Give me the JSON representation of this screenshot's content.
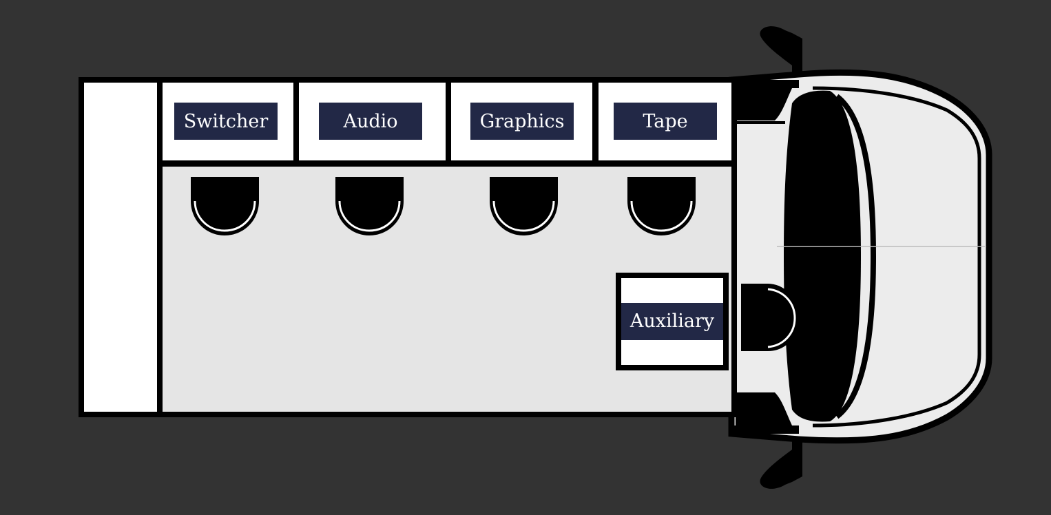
{
  "stations": [
    {
      "label": "Switcher"
    },
    {
      "label": "Audio"
    },
    {
      "label": "Graphics"
    },
    {
      "label": "Tape"
    }
  ],
  "auxiliary": {
    "label": "Auxiliary"
  },
  "colors": {
    "background": "#333333",
    "floor": "#e5e5e5",
    "desk": "#ffffff",
    "wall": "#000000",
    "label_bg": "#222846",
    "label_text": "#ffffff",
    "cab_body": "#ececec"
  }
}
